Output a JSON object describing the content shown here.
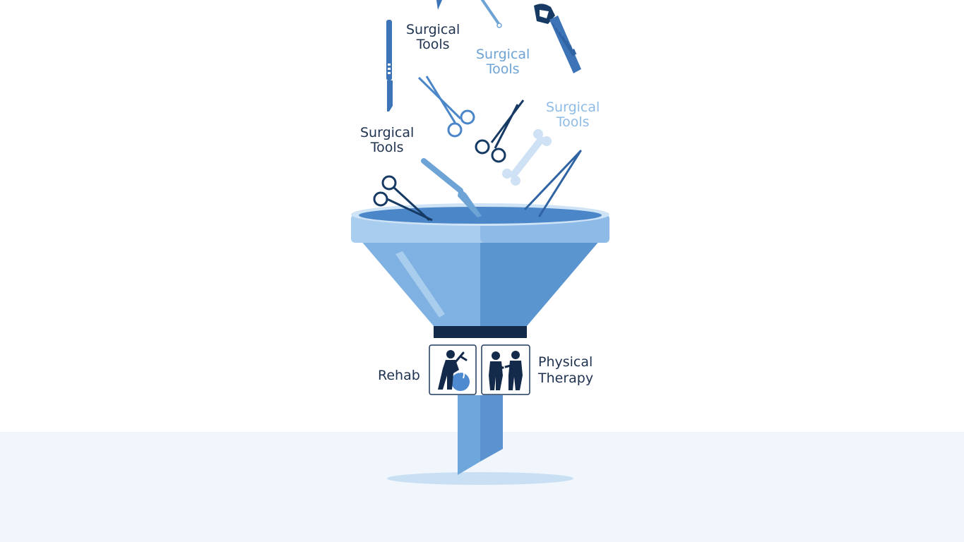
{
  "colors": {
    "navy": "#163a63",
    "mid_blue": "#3d74b8",
    "light_blue": "#6ea3d6",
    "pale_blue": "#cfe1f4",
    "funnel_light": "#7fb2e2",
    "funnel_dark": "#5b95d0",
    "floor": "#f0f6fc"
  },
  "tool_labels": [
    {
      "line1": "Surgical",
      "line2": "Tools",
      "tone": "dark"
    },
    {
      "line1": "Surgical",
      "line2": "Tools",
      "tone": "mid"
    },
    {
      "line1": "Surgical",
      "line2": "Tools",
      "tone": "dark"
    },
    {
      "line1": "Surgical",
      "line2": "Tools",
      "tone": "light"
    }
  ],
  "outputs": {
    "rehab": {
      "label": "Rehab",
      "icon": "rehab-exercise-ball-icon"
    },
    "physical_therapy": {
      "line1": "Physical",
      "line2": "Therapy",
      "icon": "physical-therapy-assist-icon"
    }
  },
  "icons": [
    "scalpel-icon",
    "scissors-icon",
    "bone-saw-icon",
    "bone-icon",
    "forceps-icon",
    "funnel-icon"
  ]
}
